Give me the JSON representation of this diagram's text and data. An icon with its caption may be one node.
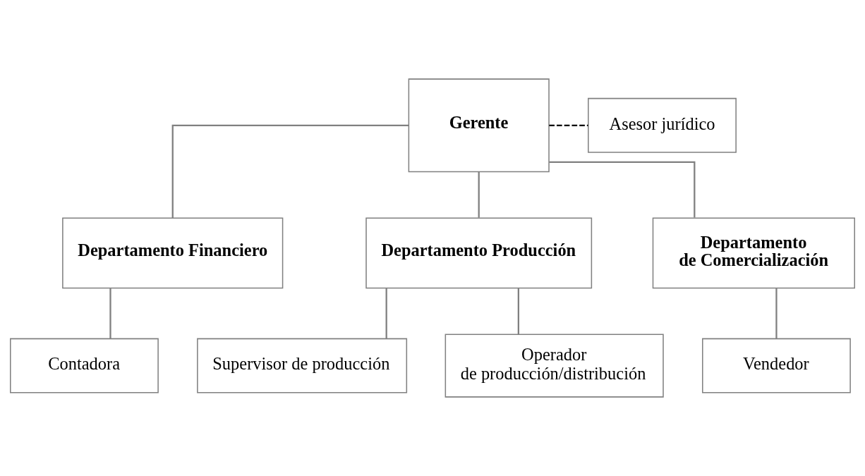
{
  "diagram": {
    "nodes": [
      {
        "text": [
          "Gerente"
        ]
      },
      {
        "text": [
          "Asesor jurídico"
        ]
      },
      {
        "text": [
          "Departamento Financiero"
        ]
      },
      {
        "text": [
          "Departamento Producción"
        ]
      },
      {
        "text": [
          "Departamento de Comercialización"
        ]
      },
      {
        "text": [
          "Contadora"
        ]
      },
      {
        "text": [
          "Supervisor de producción"
        ]
      },
      {
        "text": [
          "Operador de producción/distribución"
        ]
      },
      {
        "text": [
          "Vendedor"
        ]
      }
    ],
    "edges": [
      {
        "from": 0,
        "to": 1,
        "arrow": "none",
        "style": "dashed",
        "color": "#000000"
      },
      {
        "from": 0,
        "to": 2,
        "arrow": "none"
      },
      {
        "from": 0,
        "to": 3,
        "arrow": "none"
      },
      {
        "from": 0,
        "to": 4,
        "arrow": "none"
      },
      {
        "from": 2,
        "to": 5,
        "arrow": "none"
      },
      {
        "from": 3,
        "to": 6,
        "arrow": "none"
      },
      {
        "from": 3,
        "to": 7,
        "arrow": "none"
      },
      {
        "from": 4,
        "to": 8,
        "arrow": "none"
      }
    ]
  }
}
